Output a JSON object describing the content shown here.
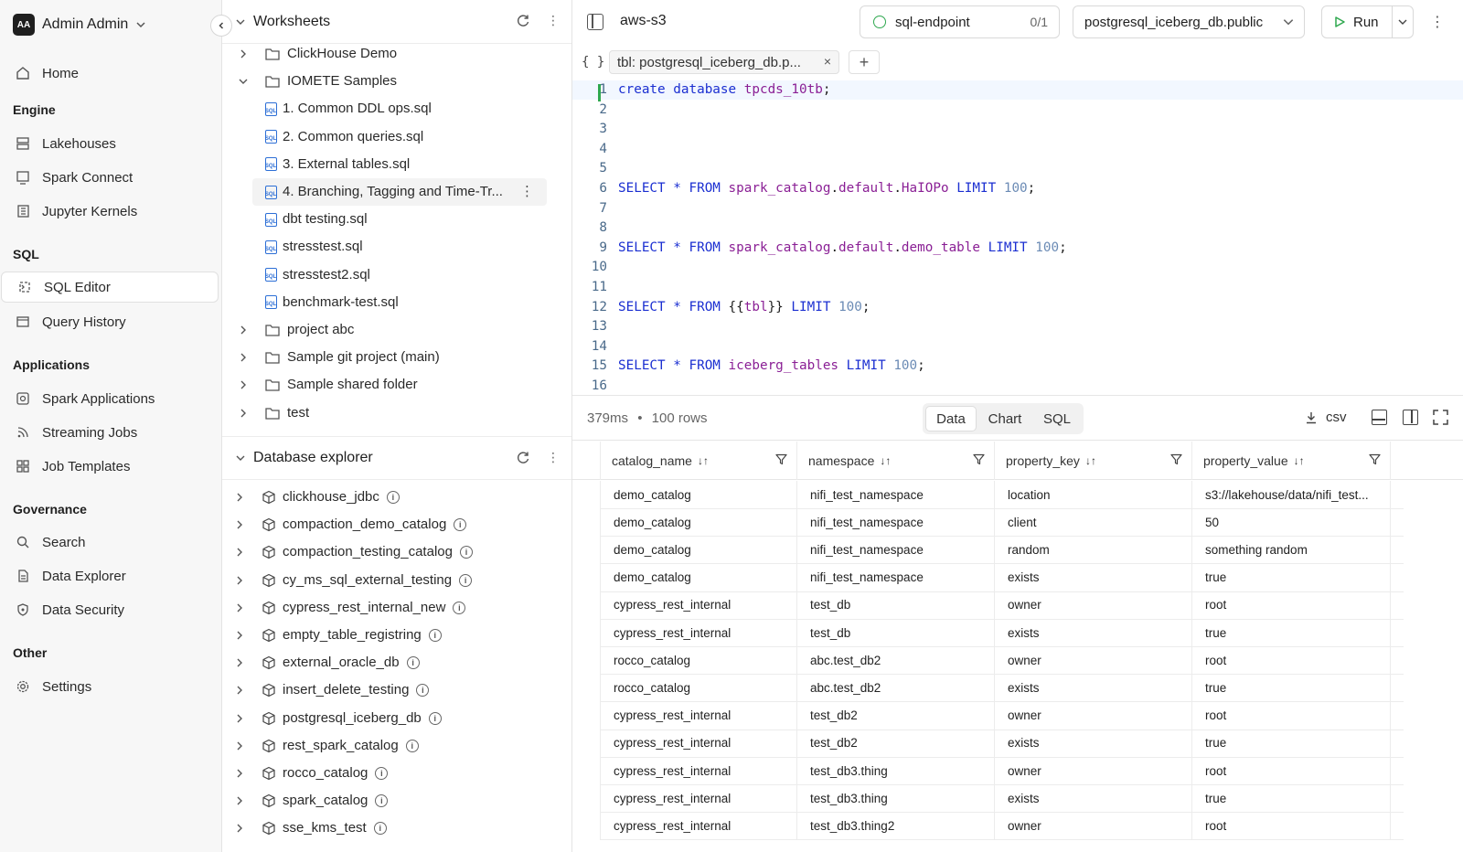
{
  "user": {
    "initials": "AA",
    "name": "Admin Admin"
  },
  "nav": {
    "home": "Home",
    "engine_section": "Engine",
    "lakehouses": "Lakehouses",
    "spark_connect": "Spark Connect",
    "jupyter_kernels": "Jupyter Kernels",
    "sql_section": "SQL",
    "sql_editor": "SQL Editor",
    "query_history": "Query History",
    "applications_section": "Applications",
    "spark_applications": "Spark Applications",
    "streaming_jobs": "Streaming Jobs",
    "job_templates": "Job Templates",
    "governance_section": "Governance",
    "search": "Search",
    "data_explorer": "Data Explorer",
    "data_security": "Data Security",
    "other_section": "Other",
    "settings": "Settings"
  },
  "worksheets": {
    "title": "Worksheets",
    "items": [
      {
        "label": "ClickHouse Demo",
        "type": "folder",
        "expanded": false,
        "level": 0
      },
      {
        "label": "IOMETE Samples",
        "type": "folder",
        "expanded": true,
        "level": 0
      },
      {
        "label": "1. Common DDL ops.sql",
        "type": "sql",
        "level": 1
      },
      {
        "label": "2. Common queries.sql",
        "type": "sql",
        "level": 1
      },
      {
        "label": "3. External tables.sql",
        "type": "sql",
        "level": 1
      },
      {
        "label": "4. Branching, Tagging and Time-Tr...",
        "type": "sql",
        "level": 1,
        "highlight": true
      },
      {
        "label": "dbt testing.sql",
        "type": "sql",
        "level": 1
      },
      {
        "label": "stresstest.sql",
        "type": "sql",
        "level": 1
      },
      {
        "label": "stresstest2.sql",
        "type": "sql",
        "level": 1
      },
      {
        "label": "benchmark-test.sql",
        "type": "sql",
        "level": 1
      },
      {
        "label": "project abc",
        "type": "folder",
        "expanded": false,
        "level": 0
      },
      {
        "label": "Sample git project (main)",
        "type": "folder",
        "expanded": false,
        "level": 0
      },
      {
        "label": "Sample shared folder",
        "type": "folder",
        "expanded": false,
        "level": 0
      },
      {
        "label": "test",
        "type": "folder",
        "expanded": false,
        "level": 0
      }
    ]
  },
  "db_explorer": {
    "title": "Database explorer",
    "catalogs": [
      "clickhouse_jdbc",
      "compaction_demo_catalog",
      "compaction_testing_catalog",
      "cy_ms_sql_external_testing",
      "cypress_rest_internal_new",
      "empty_table_registring",
      "external_oracle_db",
      "insert_delete_testing",
      "postgresql_iceberg_db",
      "rest_spark_catalog",
      "rocco_catalog",
      "spark_catalog",
      "sse_kms_test"
    ]
  },
  "topbar": {
    "title": "aws-s3",
    "endpoint": "sql-endpoint",
    "endpoint_count": "0/1",
    "database": "postgresql_iceberg_db.public",
    "run": "Run"
  },
  "tabs": {
    "braces": "{ }",
    "active_tab": "tbl: postgresql_iceberg_db.p..."
  },
  "editor": {
    "lines": [
      {
        "n": "1",
        "tokens": [
          [
            "kw",
            "create"
          ],
          [
            "t",
            " "
          ],
          [
            "kw",
            "database"
          ],
          [
            "t",
            " "
          ],
          [
            "id",
            "tpcds_10tb"
          ],
          [
            "t",
            ";"
          ]
        ]
      },
      {
        "n": "2",
        "tokens": []
      },
      {
        "n": "3",
        "tokens": []
      },
      {
        "n": "4",
        "tokens": []
      },
      {
        "n": "5",
        "tokens": []
      },
      {
        "n": "6",
        "tokens": [
          [
            "kw",
            "SELECT"
          ],
          [
            "t",
            " "
          ],
          [
            "kw",
            "*"
          ],
          [
            "t",
            " "
          ],
          [
            "kw",
            "FROM"
          ],
          [
            "t",
            " "
          ],
          [
            "id",
            "spark_catalog"
          ],
          [
            "t",
            "."
          ],
          [
            "id",
            "default"
          ],
          [
            "t",
            "."
          ],
          [
            "id",
            "HaIOPo"
          ],
          [
            "t",
            " "
          ],
          [
            "kw",
            "LIMIT"
          ],
          [
            "t",
            " "
          ],
          [
            "num",
            "100"
          ],
          [
            "t",
            ";"
          ]
        ]
      },
      {
        "n": "7",
        "tokens": []
      },
      {
        "n": "8",
        "tokens": []
      },
      {
        "n": "9",
        "tokens": [
          [
            "kw",
            "SELECT"
          ],
          [
            "t",
            " "
          ],
          [
            "kw",
            "*"
          ],
          [
            "t",
            " "
          ],
          [
            "kw",
            "FROM"
          ],
          [
            "t",
            " "
          ],
          [
            "id",
            "spark_catalog"
          ],
          [
            "t",
            "."
          ],
          [
            "id",
            "default"
          ],
          [
            "t",
            "."
          ],
          [
            "id",
            "demo_table"
          ],
          [
            "t",
            " "
          ],
          [
            "kw",
            "LIMIT"
          ],
          [
            "t",
            " "
          ],
          [
            "num",
            "100"
          ],
          [
            "t",
            ";"
          ]
        ]
      },
      {
        "n": "10",
        "tokens": []
      },
      {
        "n": "11",
        "tokens": []
      },
      {
        "n": "12",
        "tokens": [
          [
            "kw",
            "SELECT"
          ],
          [
            "t",
            " "
          ],
          [
            "kw",
            "*"
          ],
          [
            "t",
            " "
          ],
          [
            "kw",
            "FROM"
          ],
          [
            "t",
            " "
          ],
          [
            "t",
            "{{"
          ],
          [
            "id",
            "tbl"
          ],
          [
            "t",
            "}}"
          ],
          [
            "t",
            " "
          ],
          [
            "kw",
            "LIMIT"
          ],
          [
            "t",
            " "
          ],
          [
            "num",
            "100"
          ],
          [
            "t",
            ";"
          ]
        ]
      },
      {
        "n": "13",
        "tokens": []
      },
      {
        "n": "14",
        "tokens": []
      },
      {
        "n": "15",
        "tokens": [
          [
            "kw",
            "SELECT"
          ],
          [
            "t",
            " "
          ],
          [
            "kw",
            "*"
          ],
          [
            "t",
            " "
          ],
          [
            "kw",
            "FROM"
          ],
          [
            "t",
            " "
          ],
          [
            "id",
            "iceberg_tables"
          ],
          [
            "t",
            " "
          ],
          [
            "kw",
            "LIMIT"
          ],
          [
            "t",
            " "
          ],
          [
            "num",
            "100"
          ],
          [
            "t",
            ";"
          ]
        ]
      },
      {
        "n": "16",
        "tokens": []
      }
    ]
  },
  "results": {
    "duration": "379ms",
    "separator": "•",
    "rows_label": "100 rows",
    "tabs": [
      "Data",
      "Chart",
      "SQL"
    ],
    "active_tab": "Data",
    "download_label": "csv",
    "columns": [
      "catalog_name",
      "namespace",
      "property_key",
      "property_value"
    ],
    "rows": [
      [
        "demo_catalog",
        "nifi_test_namespace",
        "location",
        "s3://lakehouse/data/nifi_test..."
      ],
      [
        "demo_catalog",
        "nifi_test_namespace",
        "client",
        "50"
      ],
      [
        "demo_catalog",
        "nifi_test_namespace",
        "random",
        "something random"
      ],
      [
        "demo_catalog",
        "nifi_test_namespace",
        "exists",
        "true"
      ],
      [
        "cypress_rest_internal",
        "test_db",
        "owner",
        "root"
      ],
      [
        "cypress_rest_internal",
        "test_db",
        "exists",
        "true"
      ],
      [
        "rocco_catalog",
        "abc.test_db2",
        "owner",
        "root"
      ],
      [
        "rocco_catalog",
        "abc.test_db2",
        "exists",
        "true"
      ],
      [
        "cypress_rest_internal",
        "test_db2",
        "owner",
        "root"
      ],
      [
        "cypress_rest_internal",
        "test_db2",
        "exists",
        "true"
      ],
      [
        "cypress_rest_internal",
        "test_db3.thing",
        "owner",
        "root"
      ],
      [
        "cypress_rest_internal",
        "test_db3.thing",
        "exists",
        "true"
      ],
      [
        "cypress_rest_internal",
        "test_db3.thing2",
        "owner",
        "root"
      ]
    ]
  },
  "colors": {
    "accent_green": "#2fa84f",
    "keyword": "#1b2fd1",
    "identifier": "#8a1f95",
    "number": "#6b8bb5",
    "sql_icon": "#2d6fd6"
  }
}
